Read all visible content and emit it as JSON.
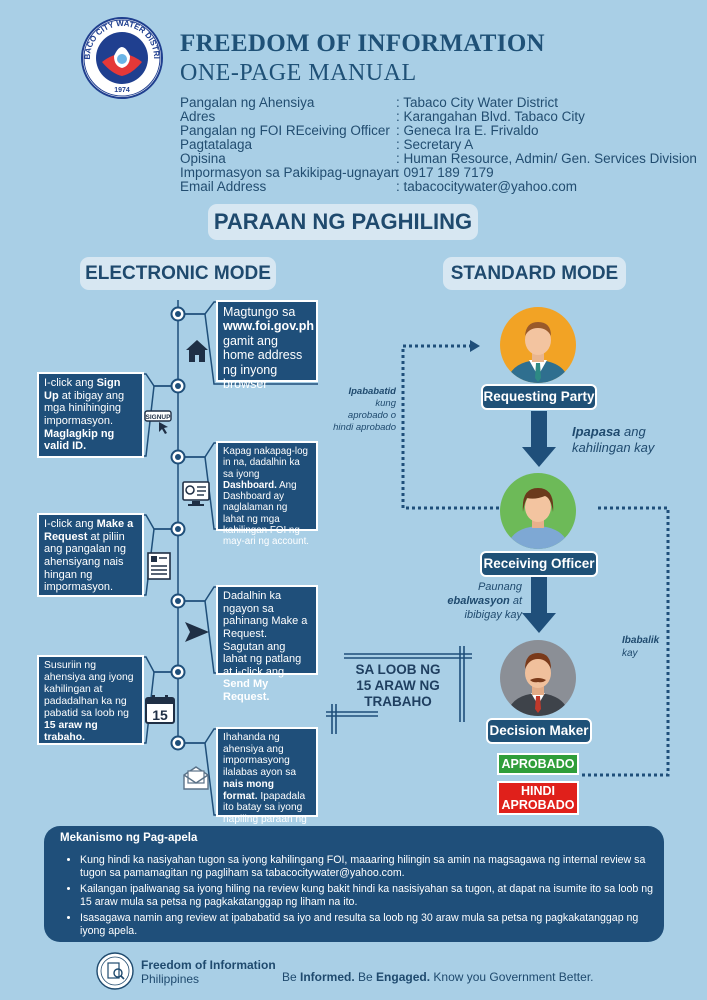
{
  "header": {
    "logo": {
      "top_text": "TABACO CITY WATER DISTRICT",
      "year": "1974"
    },
    "title_line1": "FREEDOM OF INFORMATION",
    "title_line2": "ONE-PAGE MANUAL"
  },
  "info": [
    {
      "label": "Pangalan ng Ahensiya",
      "value": ": Tabaco City Water District"
    },
    {
      "label": "Adres",
      "value": ": Karangahan Blvd. Tabaco City"
    },
    {
      "label": "Pangalan ng FOI REceiving Officer",
      "value": ": Geneca Ira E. Frivaldo"
    },
    {
      "label": "Pagtatalaga",
      "value": ": Secretary A"
    },
    {
      "label": "Opisina",
      "value": ": Human Resource, Admin/ Gen. Services Division"
    },
    {
      "label": "Impormasyon sa Pakikipag-ugnayan",
      "value": ": 0917 189 7179"
    },
    {
      "label": "Email Address",
      "value": ": tabacocitywater@yahoo.com"
    }
  ],
  "section_title": "PARAAN NG PAGHILING",
  "electronic": {
    "title": "ELECTRONIC MODE",
    "step1": {
      "p1": "Magtungo sa",
      "b1": "www.foi.gov.ph",
      "p2": "gamit ang home address ng inyong browser"
    },
    "step2": {
      "p1": "I-click ang",
      "b1": "Sign Up",
      "p2": "at ibigay ang mga hinihinging impormasyon.",
      "b2": "Maglagkip ng valid ID."
    },
    "step2_icon_text": "SIGNUP",
    "step3": {
      "p1": "Kapag nakapag-log in na, dadalhin ka sa iyong",
      "b1": "Dashboard.",
      "p2": "Ang Dashboard ay naglalaman ng lahat ng mga kahilingan FOI ng may-ari ng account."
    },
    "step4": {
      "p1": "I-click ang",
      "b1": "Make a Request",
      "p2": "at piliin ang pangalan ng ahensiyang nais hingan ng impormasyon."
    },
    "step5": {
      "p1": "Dadalhin ka ngayon sa pahinang Make a Request. Sagutan ang lahat ng patlang at i-click ang",
      "b1": "Send My Request."
    },
    "step6": {
      "p1": "Susuriin ng ahensiya ang iyong kahilingan at padadalhan ka ng pabatid sa loob ng",
      "b1": "15 araw ng trabaho."
    },
    "step6_icon_text": "15",
    "step7": {
      "p1": "Ihahanda ng ahensiya ang impormasyong ilalabas ayon sa",
      "b1": "nais mong format.",
      "p2": "Ipapadala ito batay sa iyong napiling paraan ng pagtanggap."
    }
  },
  "deadline": {
    "line1": "SA LOOB NG",
    "line2": "15 ARAW NG",
    "line3": "TRABAHO"
  },
  "standard": {
    "title": "STANDARD MODE",
    "roles": [
      "Requesting Party",
      "Receiving Officer",
      "Decision Maker"
    ],
    "note_ipapasa_b": "Ipapasa",
    "note_ipapasa_rest": " ang",
    "note_ipapasa_line2": "kahilingan kay",
    "note_ipababatid_1": "Ipababatid",
    "note_ipababatid_2": "kung",
    "note_ipababatid_3": "aprobado o",
    "note_ipababatid_4": "hindi aprobado",
    "note_paunang_1": "Paunang",
    "note_paunang_b": "ebalwasyon",
    "note_paunang_2": " at",
    "note_paunang_3": "ibibigay kay",
    "note_ibabalik_1": "Ibabalik",
    "note_ibabalik_2": "kay",
    "approved": "APROBADO",
    "not_approved_1": "HINDI",
    "not_approved_2": "APROBADO"
  },
  "appeal": {
    "title": "Mekanismo ng Pag-apela",
    "items": [
      "Kung hindi ka nasiyahan tugon sa iyong kahilingang FOI, maaaring hilingin sa amin na magsagawa ng internal review sa tugon sa pamamagitan ng pagliham sa tabacocitywater@yahoo.com.",
      "Kailangan ipaliwanag sa iyong hiling na review kung bakit hindi ka nasisiyahan sa tugon, at dapat na isumite ito sa loob ng 15 araw mula sa petsa ng pagkakatanggap ng liham na ito.",
      "Isasagawa namin ang review at ipababatid sa iyo and resulta sa loob ng 30 araw mula sa petsa ng pagkakatanggap ng iyong apela."
    ]
  },
  "footer": {
    "foi_name": "Freedom of Information",
    "foi_country": "Philippines",
    "tag_be1": "Be ",
    "tag_informed": "Informed.",
    "tag_be2": " Be ",
    "tag_engaged": "Engaged.",
    "tag_rest": " Know you Government Better."
  },
  "colors": {
    "background": "#a9cfe6",
    "dark_blue": "#1f4f7a",
    "approved_green": "#2f9e3a",
    "not_approved_red": "#e0201b"
  }
}
